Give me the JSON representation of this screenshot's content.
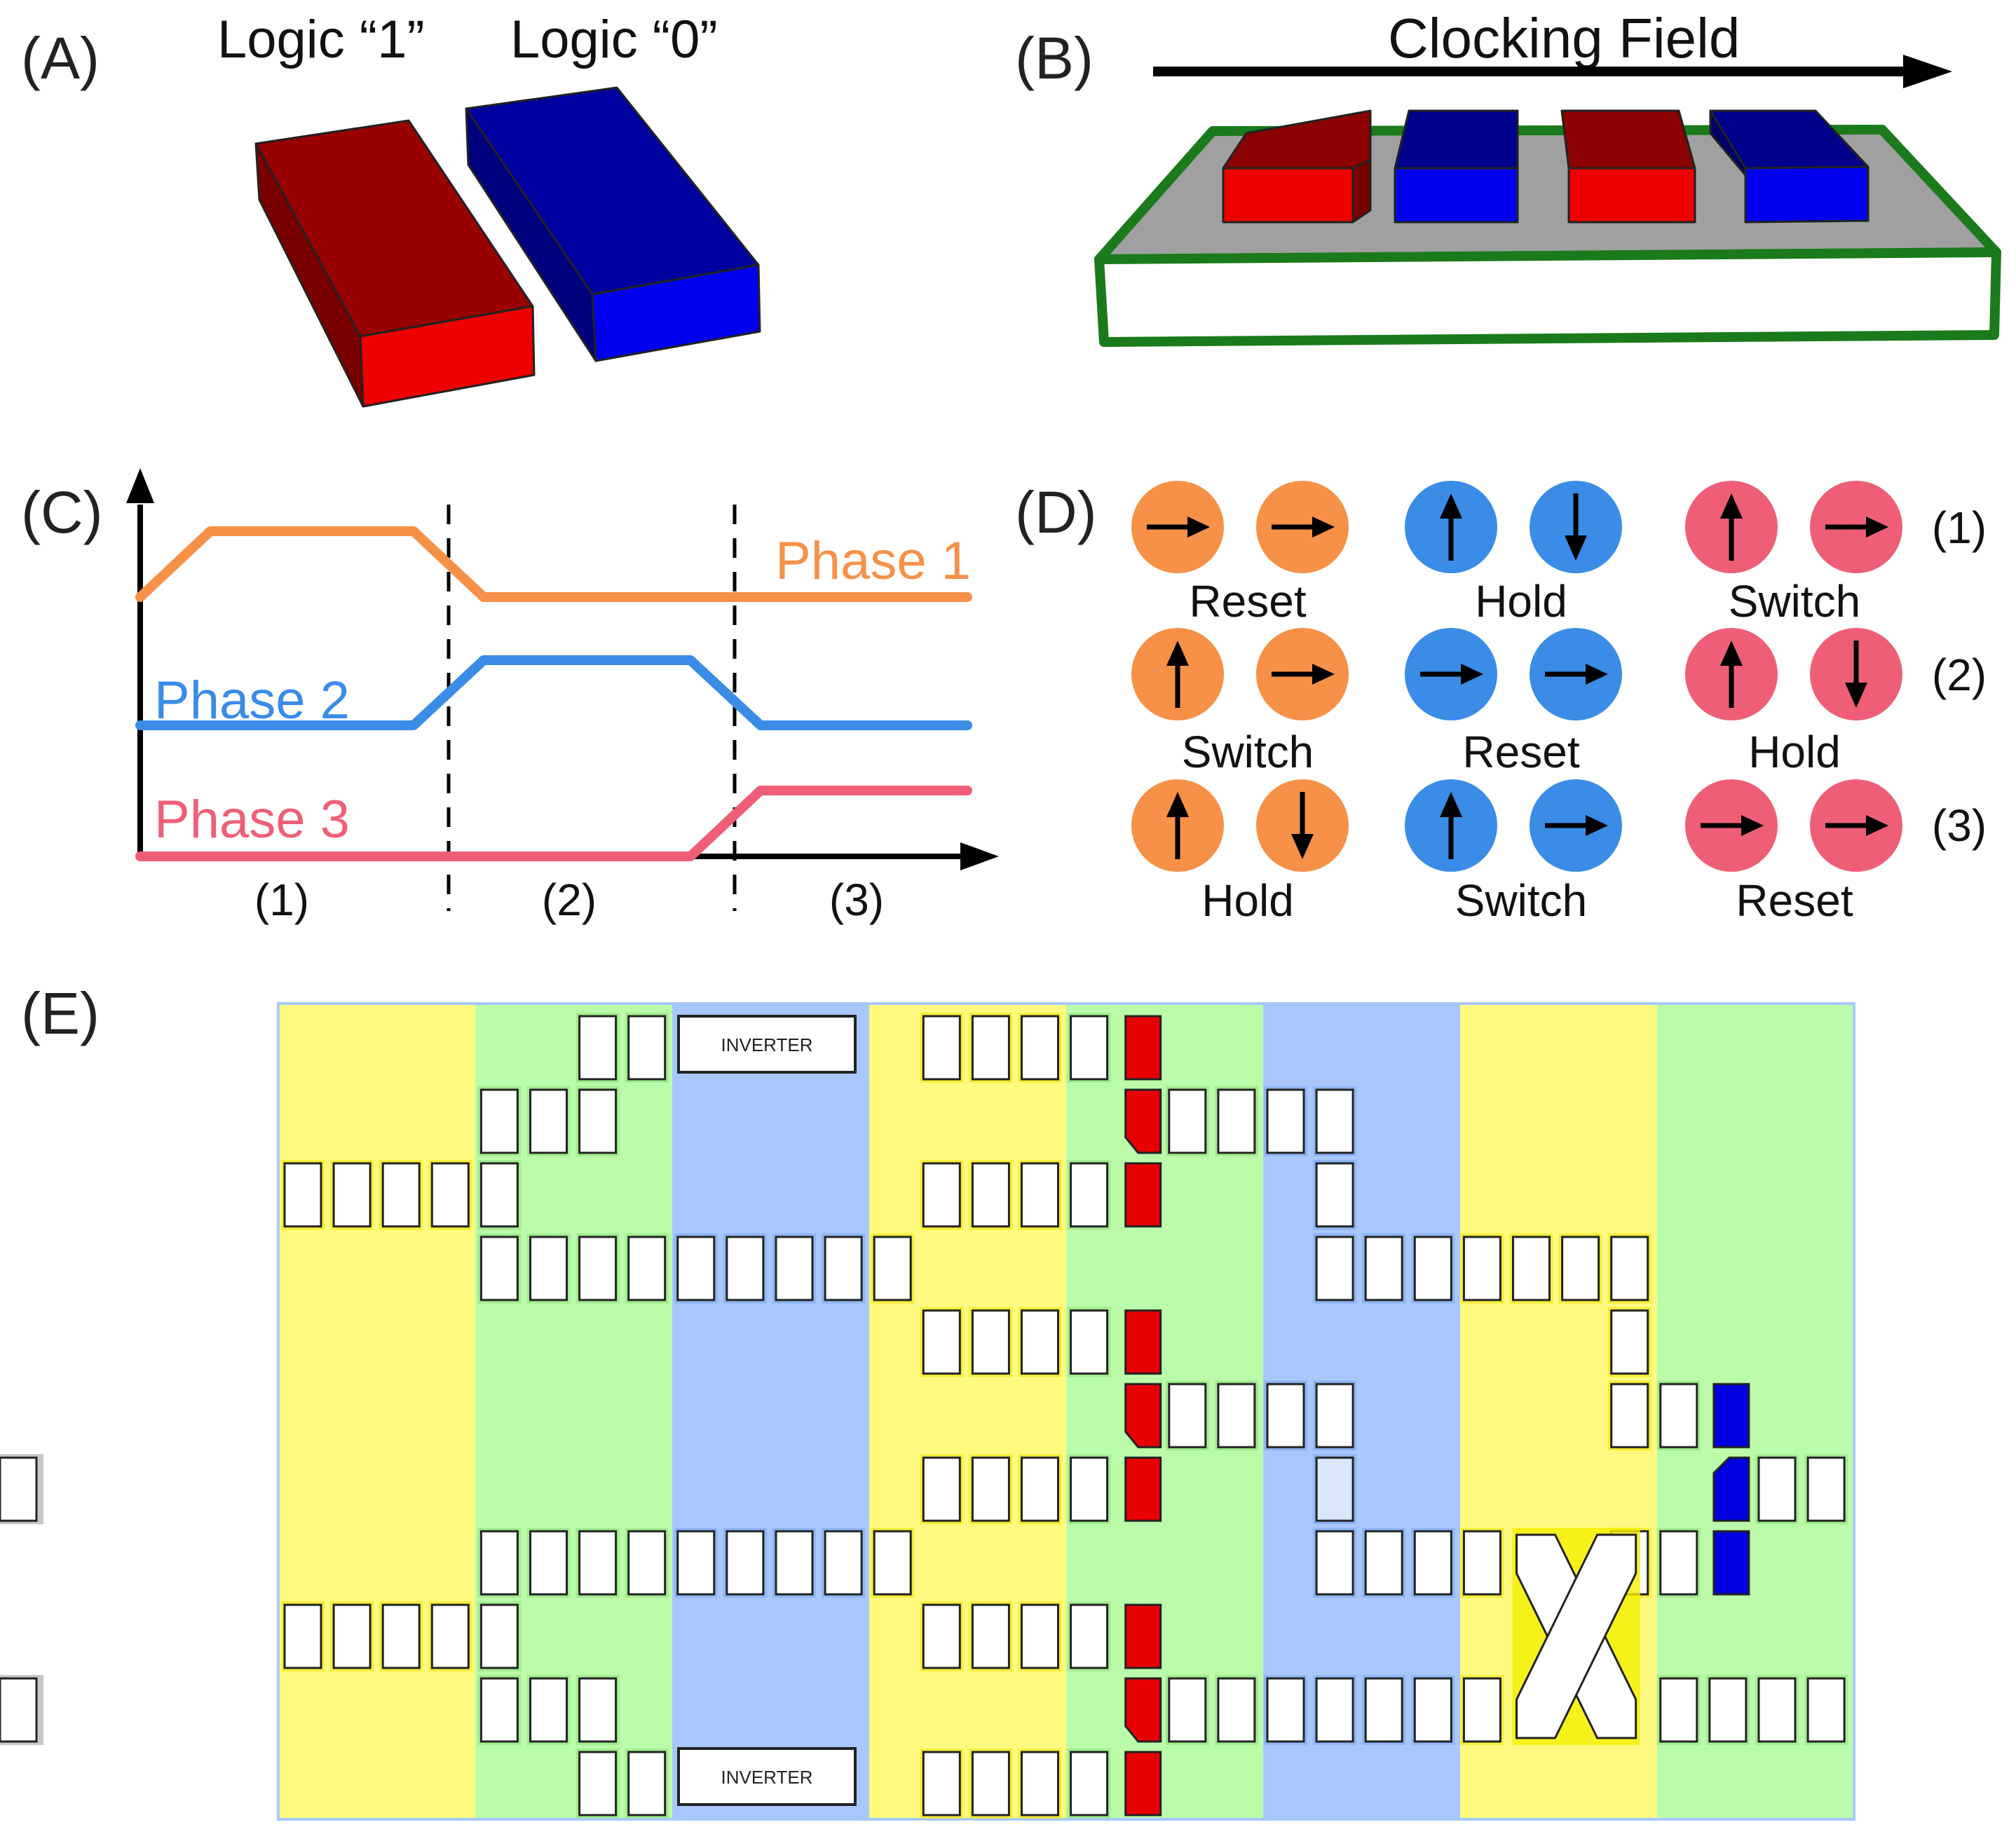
{
  "panels": {
    "a": {
      "letter": "(A)",
      "logic_one": "Logic “1”",
      "logic_zero": "Logic “0”"
    },
    "b": {
      "letter": "(B)",
      "clocking_field": "Clocking Field"
    },
    "c": {
      "letter": "(C)",
      "series": [
        {
          "name": "Phase 1",
          "color": "#f79148"
        },
        {
          "name": "Phase 2",
          "color": "#3a8ce6"
        },
        {
          "name": "Phase 3",
          "color": "#ee5f77"
        }
      ],
      "regions": [
        "(1)",
        "(2)",
        "(3)"
      ]
    },
    "d": {
      "letter": "(D)",
      "rows": [
        {
          "label": "(1)",
          "states": [
            "Reset",
            "Hold",
            "Switch"
          ]
        },
        {
          "label": "(2)",
          "states": [
            "Switch",
            "Reset",
            "Hold"
          ]
        },
        {
          "label": "(3)",
          "states": [
            "Hold",
            "Switch",
            "Reset"
          ]
        }
      ]
    },
    "e": {
      "letter": "(E)",
      "inverter_top": "INVERTER",
      "inverter_bottom": "INVERTER"
    }
  },
  "colors": {
    "phase1": "#f79148",
    "phase2": "#3a8ce6",
    "phase3": "#ee5f77",
    "red": "#e80000",
    "dark_red": "#8b0000",
    "blue": "#0000e0",
    "dark_blue": "#00008b",
    "green": "#1b7a1b",
    "zone_yellow": "#fefb80",
    "zone_green": "#bbfcaa",
    "zone_blue": "#a8c8fd"
  }
}
